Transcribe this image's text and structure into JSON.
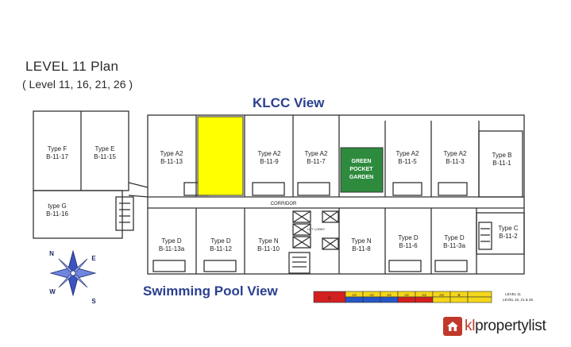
{
  "plan": {
    "title": "LEVEL 11 Plan",
    "subtitle": "( Level 11, 16, 21, 26 )",
    "view_top": "KLCC View",
    "view_bottom": "Swimming Pool View",
    "corridor_label": "CORRIDOR",
    "lift_label": "LIFT LOBBY",
    "garden_label": [
      "GREEN",
      "POCKET",
      "GARDEN"
    ]
  },
  "units": [
    {
      "type": "Type F",
      "code": "B-11-17"
    },
    {
      "type": "Type E",
      "code": "B-11-15"
    },
    {
      "type": "type G",
      "code": "B-11-16"
    },
    {
      "type": "Type A2",
      "code": "B-11-13"
    },
    {
      "type": "Type A2",
      "code": "B-11-9"
    },
    {
      "type": "Type A2",
      "code": "B-11-7"
    },
    {
      "type": "Type A2",
      "code": "B-11-5"
    },
    {
      "type": "Type A2",
      "code": "B-11-3"
    },
    {
      "type": "Type B",
      "code": "B-11-1"
    },
    {
      "type": "Type C",
      "code": "B-11-2"
    },
    {
      "type": "Type D",
      "code": "B-11-13a"
    },
    {
      "type": "Type D",
      "code": "B-11-12"
    },
    {
      "type": "Type N",
      "code": "B-11-10"
    },
    {
      "type": "Type N",
      "code": "B-11-8"
    },
    {
      "type": "Type D",
      "code": "B-11-6"
    },
    {
      "type": "Type D",
      "code": "B-11-3a"
    }
  ],
  "compass": [
    "N",
    "E",
    "W",
    "S"
  ],
  "legend": {
    "row1_label": "LEVEL 11",
    "row2_label": "LEVEL 16, 21 & 26",
    "cells": [
      "E",
      "A2",
      "A2",
      "A2",
      "A2",
      "A2",
      "A2",
      "B"
    ]
  },
  "colors": {
    "highlight": "#ffff00",
    "garden": "#2e8b3e",
    "view_text": "#2b3f8f",
    "brand": "#c0392b"
  },
  "brand": {
    "name_prefix": "kl",
    "name_suffix": "propertylist"
  }
}
